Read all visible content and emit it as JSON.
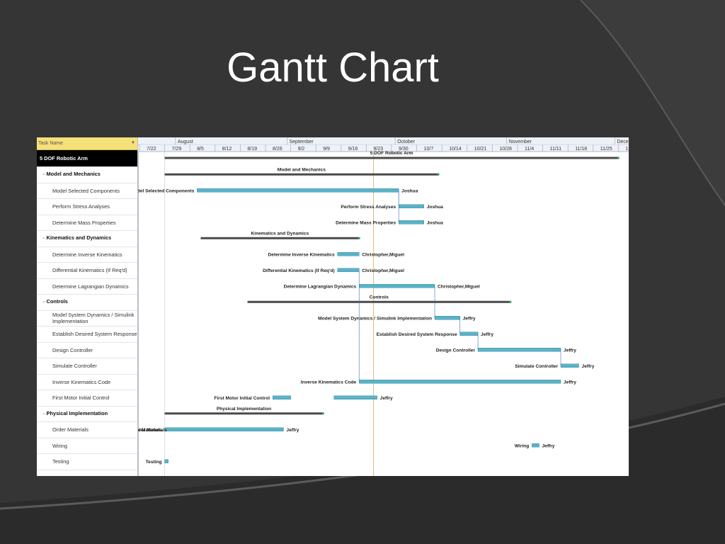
{
  "slide": {
    "title": "Gantt Chart"
  },
  "task_pane": {
    "header": "Task Name",
    "rows": [
      {
        "name": "5 DOF Robotic Arm",
        "level": 0,
        "summary": true
      },
      {
        "name": "Model and Mechanics",
        "level": 1,
        "summary": true
      },
      {
        "name": "Model Selected Components",
        "level": 2
      },
      {
        "name": "Perform Stress Analyses",
        "level": 2
      },
      {
        "name": "Determine Mass Properties",
        "level": 2
      },
      {
        "name": "Kinematics and Dynamics",
        "level": 1,
        "summary": true
      },
      {
        "name": "Determine Inverse Kinematics",
        "level": 2
      },
      {
        "name": "Differential Kinematics (If Req'd)",
        "level": 2
      },
      {
        "name": "Determine Lagrangian Dynamics",
        "level": 2
      },
      {
        "name": "Controls",
        "level": 1,
        "summary": true
      },
      {
        "name": "Model System Dynamics / Simulink Implementation",
        "level": 2
      },
      {
        "name": "Establish Desired System Response",
        "level": 2
      },
      {
        "name": "Design Controller",
        "level": 2
      },
      {
        "name": "Simulate Controller",
        "level": 2
      },
      {
        "name": "Inverse Kinematics Code",
        "level": 2
      },
      {
        "name": "First Motor Initial Control",
        "level": 2
      },
      {
        "name": "Physical Implementation",
        "level": 1,
        "summary": true
      },
      {
        "name": "Order Materials",
        "level": 2
      },
      {
        "name": "Wiring",
        "level": 2
      },
      {
        "name": "Testing",
        "level": 2
      }
    ]
  },
  "timeline": {
    "months": [
      "August",
      "September",
      "October",
      "November",
      "Dece"
    ],
    "weeks": [
      "7/22",
      "7/29",
      "8/5",
      "8/12",
      "8/19",
      "8/26",
      "9/2",
      "9/9",
      "9/16",
      "9/23",
      "9/30",
      "10/7",
      "10/14",
      "10/21",
      "10/28",
      "11/4",
      "11/11",
      "11/18",
      "11/25",
      "1"
    ]
  },
  "chart_data": {
    "type": "gantt",
    "tasks": [
      {
        "name": "5 DOF Robotic Arm",
        "kind": "summary",
        "start": "7/29",
        "end": "12/2",
        "label": "5 DOF Robotic Arm"
      },
      {
        "name": "Model and Mechanics",
        "kind": "summary",
        "start": "7/29",
        "end": "10/13",
        "label": "Model and Mechanics"
      },
      {
        "name": "Model Selected Components",
        "kind": "task",
        "start": "8/7",
        "end": "10/2",
        "label": "Model Selected Components",
        "resource": "Joshua"
      },
      {
        "name": "Perform Stress Analyses",
        "kind": "task",
        "start": "10/2",
        "end": "10/9",
        "label": "Perform Stress Analyses",
        "resource": "Joshua"
      },
      {
        "name": "Determine Mass Properties",
        "kind": "task",
        "start": "10/2",
        "end": "10/9",
        "label": "Determine Mass Properties",
        "resource": "Joshua"
      },
      {
        "name": "Kinematics and Dynamics",
        "kind": "summary",
        "start": "8/8",
        "end": "9/21",
        "label": "Kinematics and Dynamics"
      },
      {
        "name": "Determine Inverse Kinematics",
        "kind": "task",
        "start": "9/15",
        "end": "9/21",
        "label": "Determine Inverse Kinematics",
        "resource": "Christopher,Miguel"
      },
      {
        "name": "Differential Kinematics (If Req'd)",
        "kind": "task",
        "start": "9/15",
        "end": "9/21",
        "label": "Differential Kinematics (If Req'd)",
        "resource": "Christopher,Miguel"
      },
      {
        "name": "Determine Lagrangian Dynamics",
        "kind": "task",
        "start": "9/21",
        "end": "10/12",
        "label": "Determine Lagrangian Dynamics",
        "resource": "Christopher,Miguel"
      },
      {
        "name": "Controls",
        "kind": "summary",
        "start": "8/21",
        "end": "11/2",
        "label": "Controls"
      },
      {
        "name": "Model System Dynamics / Simulink Implementation",
        "kind": "task",
        "start": "10/12",
        "end": "10/19",
        "label": "Model System Dynamics / Simulink Implementation",
        "resource": "Jeffry"
      },
      {
        "name": "Establish Desired System Response",
        "kind": "task",
        "start": "10/19",
        "end": "10/24",
        "label": "Establish Desired System Response",
        "resource": "Jeffry"
      },
      {
        "name": "Design Controller",
        "kind": "task",
        "start": "10/24",
        "end": "11/16",
        "label": "Design Controller",
        "resource": "Jeffry"
      },
      {
        "name": "Simulate Controller",
        "kind": "task",
        "start": "11/16",
        "end": "11/21",
        "label": "Simulate Controller",
        "resource": "Jeffry"
      },
      {
        "name": "Inverse Kinematics Code",
        "kind": "task",
        "start": "9/21",
        "end": "11/16",
        "label": "Inverse Kinematics Code",
        "resource": "Jeffry"
      },
      {
        "name": "First Motor Initial Control",
        "kind": "task",
        "start": "8/28",
        "end": "9/2",
        "label": "First Motor Initial Control"
      },
      {
        "name": "First Motor Initial Control (2)",
        "kind": "task",
        "start": "9/14",
        "end": "9/26",
        "label": "",
        "resource": "Jeffry"
      },
      {
        "name": "Physical Implementation",
        "kind": "summary",
        "start": "7/29",
        "end": "9/11",
        "label": "Physical Implementation"
      },
      {
        "name": "Order Materials",
        "kind": "task",
        "start": "7/29",
        "end": "8/31",
        "label": "Order Materials",
        "resource": "Jeffry",
        "extra_label": "der Materials"
      },
      {
        "name": "Wiring",
        "kind": "task",
        "start": "11/8",
        "end": "11/10",
        "label": "Wiring",
        "resource": "Jeffry"
      },
      {
        "name": "Testing",
        "kind": "task",
        "start": "7/29",
        "end": "7/30",
        "label": "Testing"
      }
    ],
    "today_line": "9/25",
    "colors": {
      "task_bar": "#5ab3c8",
      "summary_bar": "#4a4a4a",
      "link": "#3a6fbf",
      "milestone": "#34a853"
    }
  },
  "colors": {
    "background": "#333333",
    "header_yellow": "#f5e17a",
    "top_row": "#000000"
  }
}
